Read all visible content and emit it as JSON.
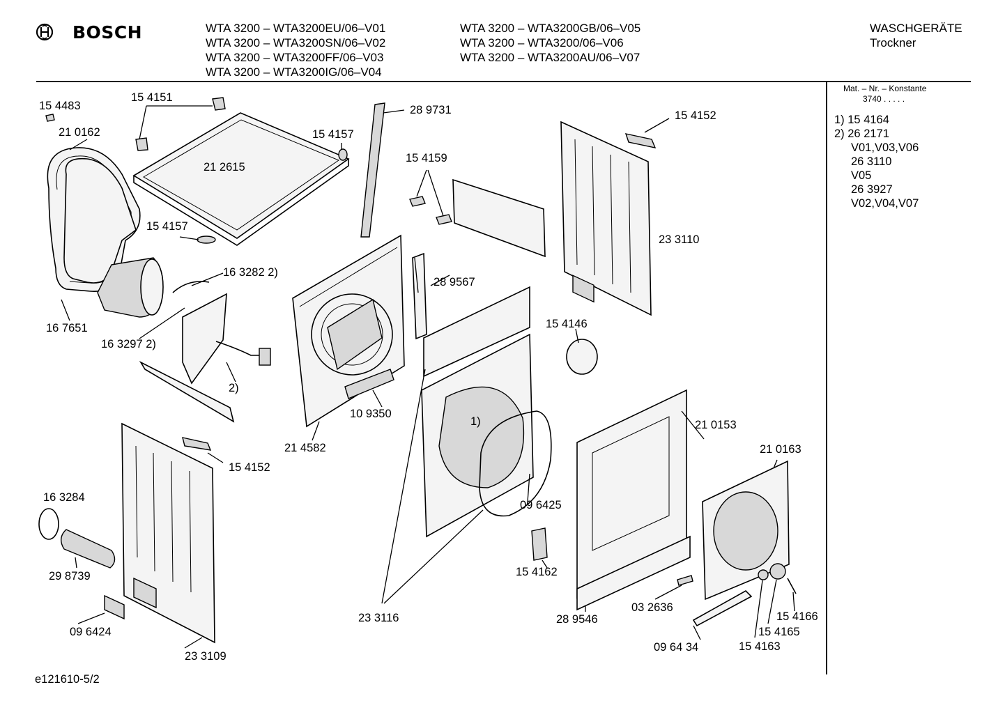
{
  "header": {
    "brand": "BOSCH",
    "models_left": [
      "WTA 3200 – WTA3200EU/06–V01",
      "WTA 3200 – WTA3200SN/06–V02",
      "WTA 3200 – WTA3200FF/06–V03",
      "WTA 3200 – WTA3200IG/06–V04"
    ],
    "models_right": [
      "WTA 3200 – WTA3200GB/06–V05",
      "WTA 3200 – WTA3200/06–V06",
      "WTA 3200 – WTA3200AU/06–V07"
    ],
    "category": "WASCHGERÄTE",
    "subcategory": "Trockner"
  },
  "sidebar": {
    "mat_label": "Mat. – Nr. – Konstante",
    "mat_value": "3740 .  .  .  .  .",
    "notes": [
      "1) 15 4164",
      "2) 26 2171",
      "V01,V03,V06",
      "26 3110",
      "V05",
      "26 3927",
      "V02,V04,V07"
    ]
  },
  "parts": [
    "15 4483",
    "15 4151",
    "21 0162",
    "21 2615",
    "15 4157",
    "28 9731",
    "15 4152",
    "15 4159",
    "15 4157",
    "16 3282 2)",
    "23 3110",
    "28 9567",
    "16 7651",
    "16 3297 2)",
    "15 4146",
    "2)",
    "10 9350",
    "21 4582",
    "1)",
    "21 0153",
    "21 0163",
    "15 4152",
    "16 3284",
    "09 6425",
    "29 8739",
    "15 4162",
    "09 6424",
    "23 3116",
    "28 9546",
    "03 2636",
    "15 4166",
    "15 4165",
    "09 64 34",
    "15 4163",
    "23 3109"
  ],
  "footer": {
    "code": "e121610-5/2"
  }
}
